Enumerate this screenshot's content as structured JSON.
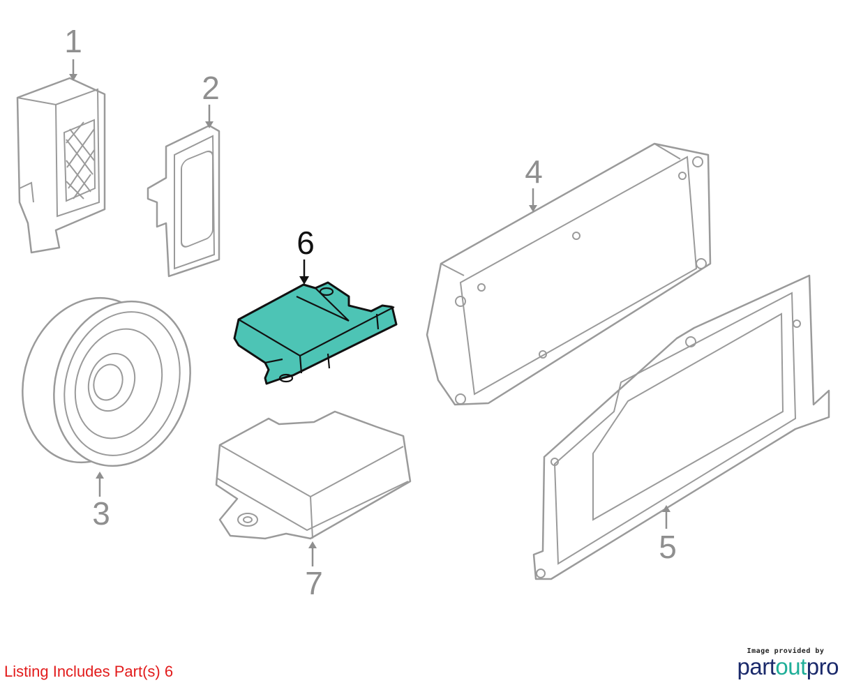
{
  "diagram": {
    "callouts": [
      {
        "label": "1",
        "highlighted": false
      },
      {
        "label": "2",
        "highlighted": false
      },
      {
        "label": "3",
        "highlighted": false
      },
      {
        "label": "4",
        "highlighted": false
      },
      {
        "label": "5",
        "highlighted": false
      },
      {
        "label": "6",
        "highlighted": true
      },
      {
        "label": "7",
        "highlighted": false
      }
    ],
    "highlight_color": "#4dc4b5"
  },
  "footer": {
    "listing_text": "Listing Includes Part(s) 6",
    "listing_color": "#e21b1b"
  },
  "logo": {
    "caption": "Image provided by",
    "word_part1": "part",
    "word_part2": "out",
    "word_part3": "pro"
  }
}
